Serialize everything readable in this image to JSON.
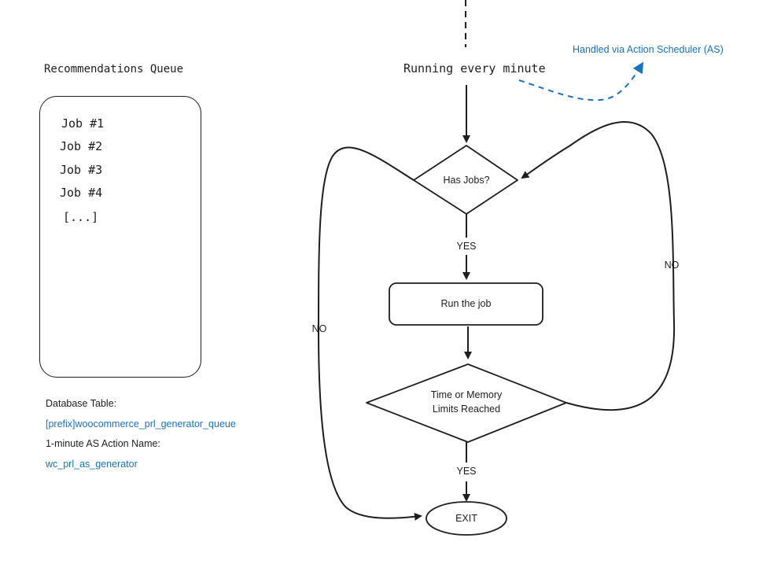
{
  "queue": {
    "title": "Recommendations Queue",
    "jobs": [
      "Job #1",
      "Job #2",
      "Job #3",
      "Job #4",
      "[...]"
    ]
  },
  "info": {
    "db_table_label": "Database Table:",
    "db_table_value": "[prefix]woocommerce_prl_generator_queue",
    "action_label": "1-minute AS Action Name:",
    "action_value": "wc_prl_as_generator"
  },
  "flow": {
    "trigger_label": "Running every minute",
    "scheduler_note": "Handled via Action Scheduler (AS)",
    "decision_has_jobs": "Has Jobs?",
    "yes_label_1": "YES",
    "process_run_job": "Run the job",
    "decision_limits_line1": "Time or Memory",
    "decision_limits_line2": "Limits Reached",
    "yes_label_2": "YES",
    "no_label_left": "NO",
    "no_label_right": "NO",
    "exit_label": "EXIT"
  },
  "colors": {
    "stroke": "#1e1e1e",
    "accent_blue": "#1971c2"
  }
}
